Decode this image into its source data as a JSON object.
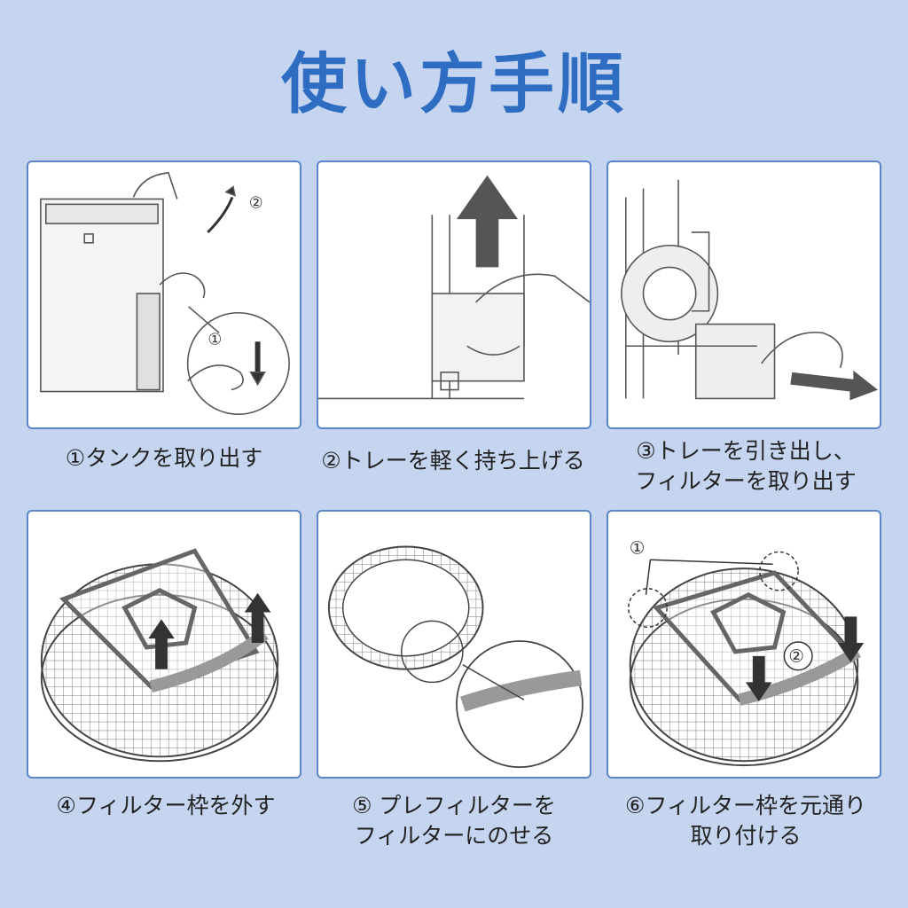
{
  "title": "使い方手順",
  "steps": [
    {
      "lines": [
        "①タンクを取り出す"
      ],
      "marks": [
        "②",
        "①"
      ]
    },
    {
      "lines": [
        "②トレーを軽く持ち上げる"
      ]
    },
    {
      "lines": [
        "③トレーを引き出し、",
        "フィルターを取り出す"
      ]
    },
    {
      "lines": [
        "④フィルター枠を外す"
      ]
    },
    {
      "lines": [
        "⑤ プレフィルターを",
        "フィルターにのせる"
      ]
    },
    {
      "lines": [
        "⑥フィルター枠を元通り",
        "取り付ける"
      ],
      "marks": [
        "①",
        "②"
      ]
    }
  ],
  "colors": {
    "background": "#c5d5f0",
    "title": "#2f6dc3",
    "border": "#5b86c8"
  }
}
